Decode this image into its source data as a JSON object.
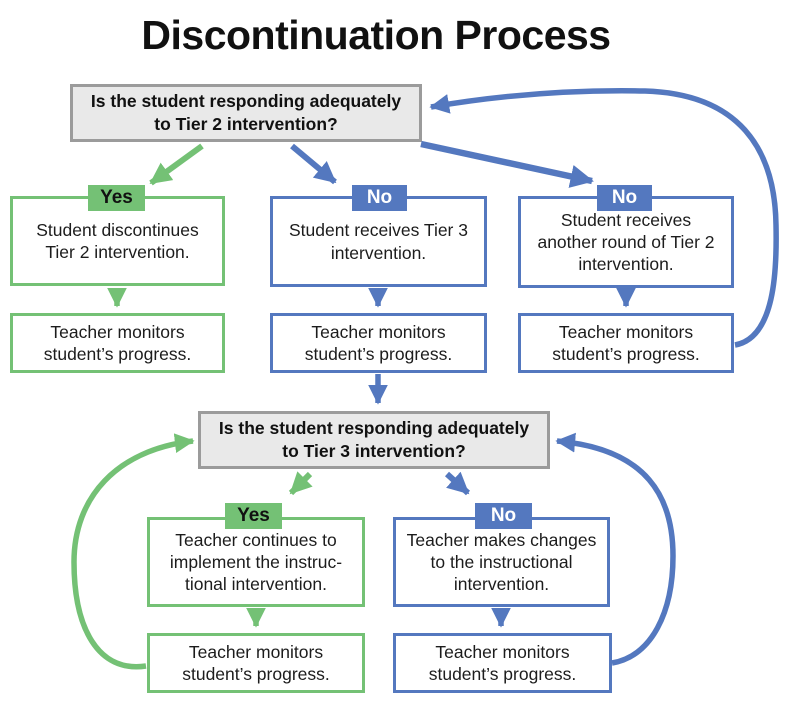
{
  "title": "Discontinuation Process",
  "colors": {
    "green": "#74C175",
    "blue": "#5478BF",
    "gray_fill": "#E9E9E9",
    "gray_border": "#9B9B9B",
    "text": "#1C1C1C"
  },
  "decisions": {
    "tier2": {
      "text": "Is the student responding adequately\nto Tier 2 intervention?"
    },
    "tier3": {
      "text": "Is the student responding adequately\nto Tier 3 intervention?"
    }
  },
  "branches": {
    "tier2_yes": {
      "label": "Yes",
      "action": "Student discontinues\nTier 2 intervention.",
      "monitor": "Teacher monitors\nstudent’s progress."
    },
    "tier2_no_tier3": {
      "label": "No",
      "action": "Student receives Tier 3\nintervention.",
      "monitor": "Teacher monitors\nstudent’s progress."
    },
    "tier2_no_repeat": {
      "label": "No",
      "action": "Student receives\nanother round of Tier 2\nintervention.",
      "monitor": "Teacher monitors\nstudent’s progress."
    },
    "tier3_yes": {
      "label": "Yes",
      "action": "Teacher continues to\nimplement the instruc-\ntional intervention.",
      "monitor": "Teacher monitors\nstudent’s progress."
    },
    "tier3_no": {
      "label": "No",
      "action": "Teacher makes changes\nto the instructional\nintervention.",
      "monitor": "Teacher monitors\nstudent’s progress."
    }
  }
}
